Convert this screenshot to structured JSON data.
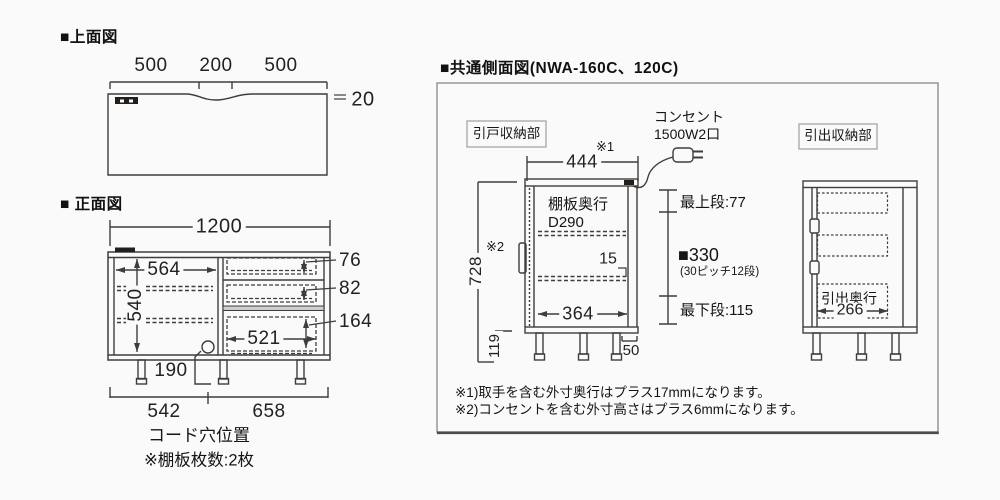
{
  "top_view": {
    "title": "■上面図",
    "dim_left": "500",
    "dim_center": "200",
    "dim_right": "500",
    "thickness": "20"
  },
  "front_view": {
    "title": "■ 正面図",
    "total_width": "1200",
    "door_opening_width": "564",
    "inner_height": "540",
    "drawer1_height": "76",
    "drawer2_height": "82",
    "drawer3_height": "164",
    "drawer_inner_width": "521",
    "cord_hole_offset": "190",
    "bottom_left_span": "542",
    "bottom_right_span": "658",
    "cord_hole_caption": "コード穴位置",
    "shelf_note": "※棚板枚数:2枚"
  },
  "side_view": {
    "title": "■共通側面図(NWA-160C、120C)",
    "sliding_unit_label": "引戸収納部",
    "drawer_unit_label": "引出収納部",
    "outlet_label_1": "コンセント",
    "outlet_label_2": "1500W2口",
    "ref1": "※1",
    "ref2": "※2",
    "top_depth": "444",
    "shelf_depth_1": "棚板奥行",
    "shelf_depth_2": "D290",
    "shelf_gap": "15",
    "inner_depth": "364",
    "body_height": "728",
    "leg_height": "119",
    "leg_inset": "50",
    "top_shelf": "最上段:77",
    "pitch": "■330",
    "pitch_note": "(30ピッチ12段)",
    "bottom_shelf": "最下段:115",
    "drawer_depth_label": "引出奥行",
    "drawer_depth": "266",
    "note1": "※1)取手を含む外寸奥行はプラス17mmになります。",
    "note2": "※2)コンセントを含む外寸高さはプラス6mmになります。"
  }
}
